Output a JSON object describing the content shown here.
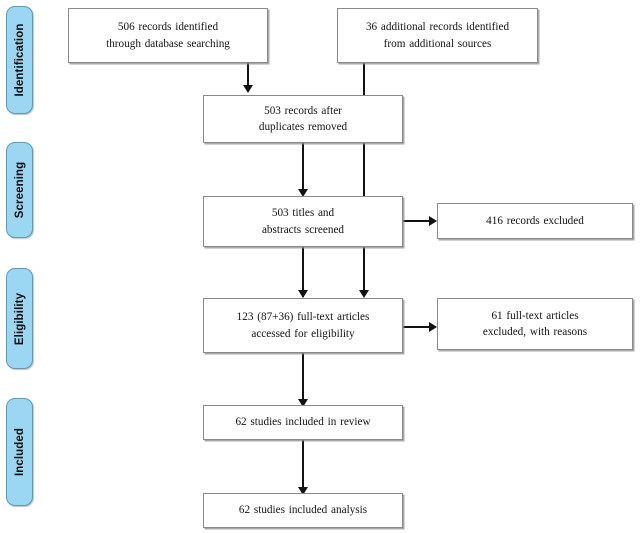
{
  "diagram": {
    "type": "prisma-flow-diagram",
    "title": "",
    "stages": [
      {
        "id": "identification",
        "label": "Identification"
      },
      {
        "id": "screening",
        "label": "Screening"
      },
      {
        "id": "eligibility",
        "label": "Eligibility"
      },
      {
        "id": "included",
        "label": "Included"
      }
    ],
    "boxes": [
      {
        "id": "records-identified-database",
        "line1": "506 records identified",
        "line2": "through database searching",
        "count": 506
      },
      {
        "id": "records-identified-additional",
        "line1": "36 additional records identified",
        "line2": "from additional sources",
        "count": 36
      },
      {
        "id": "records-after-duplicates",
        "line1": "503 records after",
        "line2": "duplicates removed",
        "count": 503
      },
      {
        "id": "titles-abstracts-screened",
        "line1": "503 titles and",
        "line2": "abstracts screened",
        "count": 503
      },
      {
        "id": "records-excluded",
        "line1": "416 records excluded",
        "line2": "",
        "count": 416
      },
      {
        "id": "fulltext-assessed",
        "line1": "123 (87+36) full-text articles",
        "line2": "accessed for eligibility",
        "count": 123
      },
      {
        "id": "fulltext-excluded",
        "line1": "61 full-text articles",
        "line2": "excluded, with reasons",
        "count": 61
      },
      {
        "id": "studies-included-review",
        "line1": "62 studies included in review",
        "line2": "",
        "count": 62
      },
      {
        "id": "studies-included-analysis",
        "line1": "62 studies included analysis",
        "line2": "",
        "count": 62
      }
    ],
    "colors": {
      "stage_fill": "#9BD7F2",
      "stage_border": "#5A9BC0",
      "box_border": "#8a8a8a",
      "connector": "#121212",
      "background": "#ffffff",
      "text": "#131313"
    }
  }
}
